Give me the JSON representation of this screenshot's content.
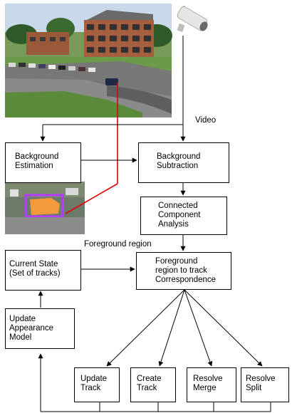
{
  "labels": {
    "video": "Video",
    "foreground_region": "Foreground region"
  },
  "boxes": {
    "background_estimation": "Background\nEstimation",
    "background_subtraction": "Background\nSubtraction",
    "connected_component": "Connected\nComponent\nAnalysis",
    "current_state": "Current State\n(Set of tracks)",
    "foreground_correspondence": "Foreground\nregion to track\nCorrespondence",
    "update_appearance": "Update\nAppearance\nModel",
    "update_track": "Update\nTrack",
    "create_track": "Create\nTrack",
    "resolve_merge": "Resolve\nMerge",
    "resolve_split": "Resolve\nSplit"
  },
  "colors": {
    "line": "#000000",
    "highlight_line": "#e00000",
    "segmentation_fill": "#f39a3c",
    "segmentation_border": "#b43cff"
  },
  "icons": {
    "camera": "security-camera-icon",
    "scene_photo": "parking-lot-photo",
    "segmentation_photo": "segmented-car-photo"
  }
}
